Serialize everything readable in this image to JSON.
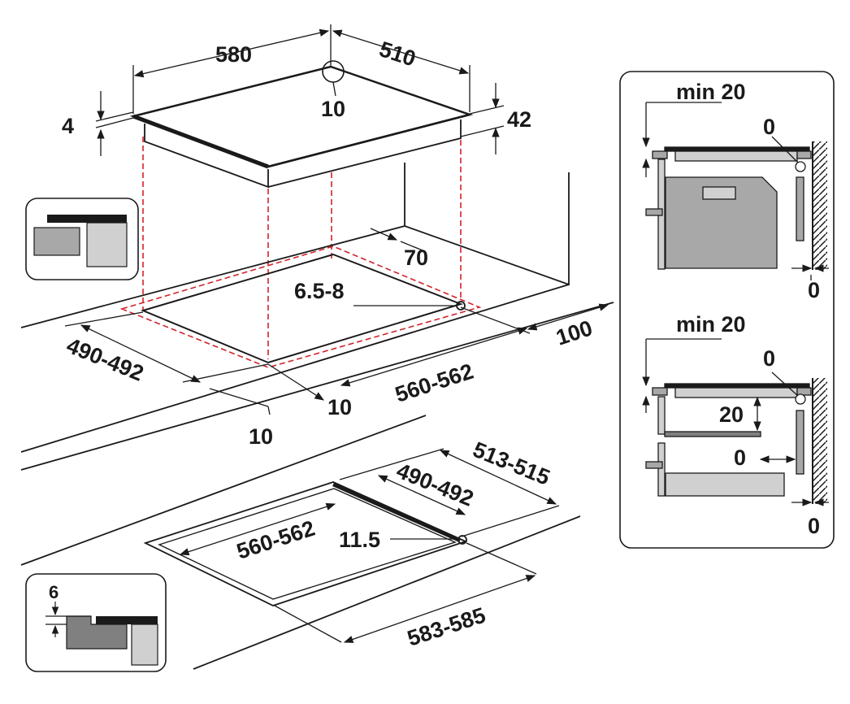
{
  "colors": {
    "ink": "#1a1a1a",
    "hidden_line": "#d2232a",
    "panel_fill": "#d0d0d0",
    "panel_dark": "#808080",
    "panel_mid": "#a8a8a8"
  },
  "top_view": {
    "width": "580",
    "depth": "510",
    "corner_radius": "10",
    "glass_thickness": "4",
    "total_height": "42"
  },
  "cutout_view": {
    "front_clearance": "70",
    "corner_radius": "6.5-8",
    "rear_clearance": "100",
    "cut_depth": "490-492",
    "cut_width": "560-562",
    "side_margin_a": "10",
    "side_margin_b": "10"
  },
  "flush_view": {
    "outer_depth": "513-515",
    "inner_depth": "490-492",
    "inner_width": "560-562",
    "corner_radius": "11.5",
    "outer_width": "583-585",
    "rebate_depth": "6"
  },
  "side_views": {
    "upper": {
      "min_gap": "min 20",
      "top_gap": "0",
      "wall_gap": "0"
    },
    "lower": {
      "min_gap": "min 20",
      "top_gap": "0",
      "shelf_gap": "20",
      "shelf_clear": "0",
      "wall_gap": "0"
    }
  },
  "icons": {
    "inset_top": "oven-cabinet-icon",
    "inset_bottom": "flush-rebate-icon"
  }
}
